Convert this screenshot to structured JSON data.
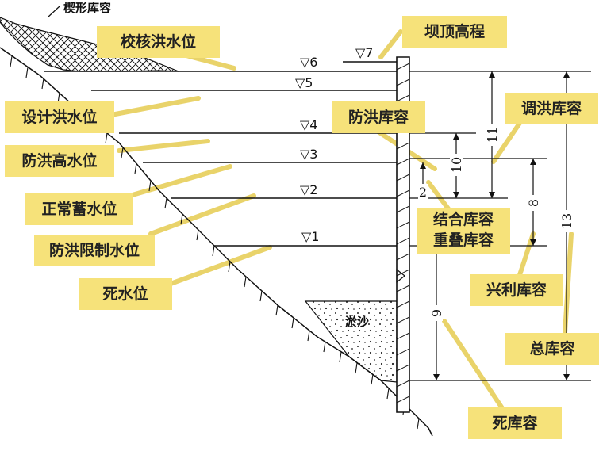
{
  "wedge_label": "楔形库容",
  "sediment_label": "淤沙",
  "level_marks": [
    {
      "id": "1",
      "text": "▽1"
    },
    {
      "id": "2",
      "text": "▽2"
    },
    {
      "id": "3",
      "text": "▽3"
    },
    {
      "id": "4",
      "text": "▽4"
    },
    {
      "id": "5",
      "text": "▽5"
    },
    {
      "id": "6",
      "text": "▽6"
    },
    {
      "id": "7",
      "text": "▽7"
    }
  ],
  "dimension_labels": {
    "d2": "2",
    "d8": "8",
    "d9": "9",
    "d10": "10",
    "d11": "11",
    "d13": "13"
  },
  "callouts": {
    "dam_crest": "坝顶高程",
    "check_flood_level": "校核洪水位",
    "design_flood_level": "设计洪水位",
    "flood_high_level": "防洪高水位",
    "normal_level": "正常蓄水位",
    "flood_limit_level": "防洪限制水位",
    "dead_level": "死水位",
    "flood_storage": "防洪库容",
    "regulating_storage": "调洪库容",
    "combined_storage_1": "结合库容",
    "combined_storage_2": "重叠库容",
    "beneficial_storage": "兴利库容",
    "total_storage": "总库容",
    "dead_storage": "死库容"
  },
  "colors": {
    "callout_bg": "#f6e27a",
    "leader": "#e9d36a",
    "line": "#111111"
  }
}
